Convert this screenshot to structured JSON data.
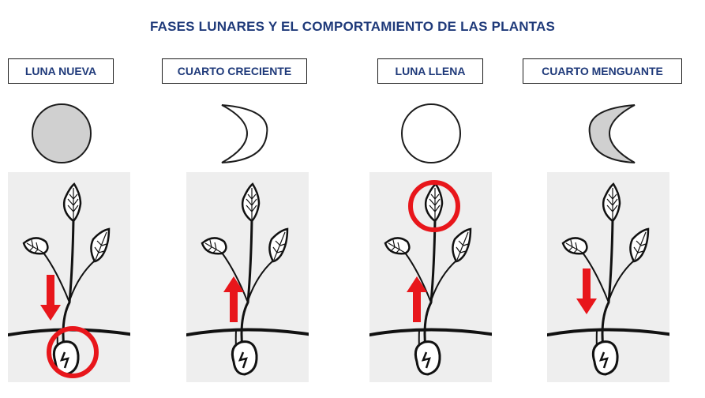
{
  "title": "FASES LUNARES Y EL COMPORTAMIENTO DE LAS PLANTAS",
  "phases": [
    {
      "label": "LUNA NUEVA",
      "moon": "new-moon",
      "arrow": "down",
      "highlight": "seed"
    },
    {
      "label": "CUARTO CRECIENTE",
      "moon": "waxing-crescent",
      "arrow": "up",
      "highlight": "none"
    },
    {
      "label": "LUNA LLENA",
      "moon": "full-moon",
      "arrow": "up",
      "highlight": "top-leaf"
    },
    {
      "label": "CUARTO MENGUANTE",
      "moon": "waning-crescent",
      "arrow": "down",
      "highlight": "none"
    }
  ],
  "colors": {
    "title": "#1f3a7a",
    "arrow": "#e8161b",
    "moon_fill": "#d0d0d0",
    "panel": "#eeeeee"
  }
}
